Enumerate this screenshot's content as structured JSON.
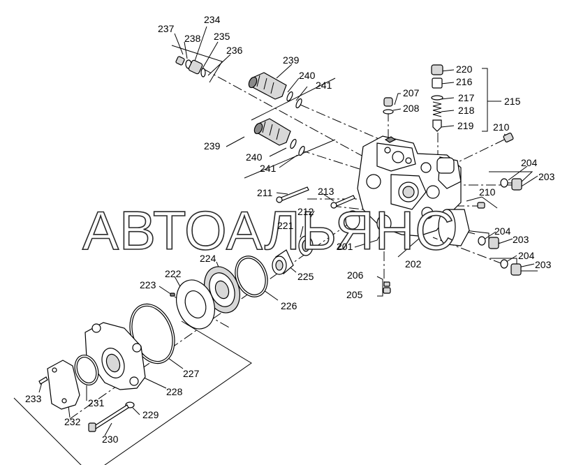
{
  "diagram": {
    "part_labels": {
      "l201": "201",
      "l202": "202",
      "l203a": "203",
      "l203b": "203",
      "l203c": "203",
      "l204a": "204",
      "l204b": "204",
      "l204c": "204",
      "l205": "205",
      "l206": "206",
      "l207": "207",
      "l208": "208",
      "l210a": "210",
      "l210b": "210",
      "l211": "211",
      "l212": "212",
      "l213": "213",
      "l215": "215",
      "l216": "216",
      "l217": "217",
      "l218": "218",
      "l219": "219",
      "l220": "220",
      "l221": "221",
      "l222": "222",
      "l223": "223",
      "l224": "224",
      "l225": "225",
      "l226": "226",
      "l227": "227",
      "l228": "228",
      "l229": "229",
      "l230": "230",
      "l231": "231",
      "l232": "232",
      "l233": "233",
      "l234": "234",
      "l235": "235",
      "l236": "236",
      "l237": "237",
      "l238": "238",
      "l239a": "239",
      "l239b": "239",
      "l240a": "240",
      "l240b": "240",
      "l241a": "241",
      "l241b": "241"
    },
    "watermark": "АВТОАЛЬЯНС"
  }
}
